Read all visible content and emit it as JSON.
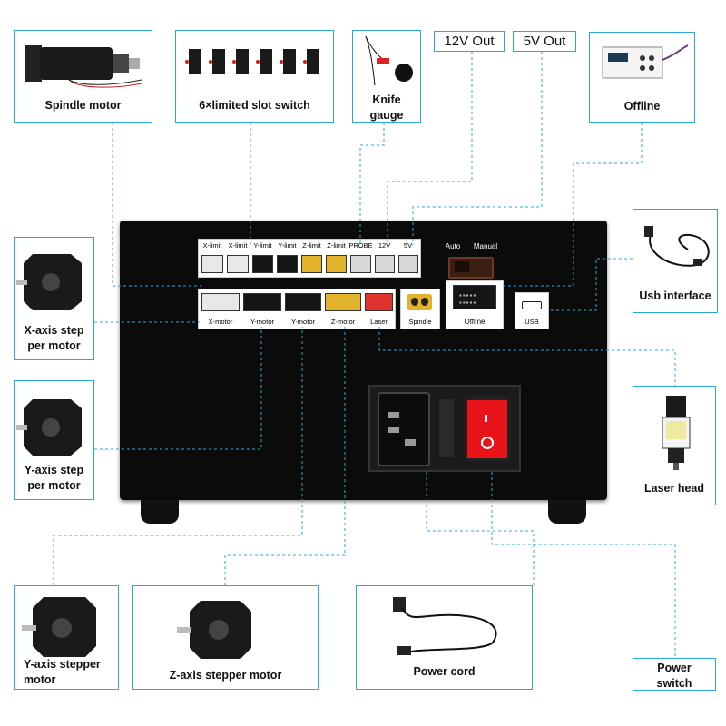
{
  "labels": {
    "spindle_motor": "Spindle motor",
    "limit_switches": "6×limited slot switch",
    "knife_gauge": "Knife gauge",
    "out_12v": "12V Out",
    "out_5v": "5V Out",
    "offline": "Offline",
    "usb_interface": "Usb interface",
    "x_step": "X-axis step per motor",
    "y_step": "Y-axis step per motor",
    "laser_head": "Laser head",
    "y_stepper": "Y-axis stepper motor",
    "z_stepper": "Z-axis stepper motor",
    "power_cord": "Power cord",
    "power_switch": "Power switch"
  },
  "panel_top": [
    "X-limit",
    "X-limit",
    "Y-limit",
    "Y-limit",
    "Z-limit",
    "Z-limit",
    "PROBE",
    "12V",
    "5V"
  ],
  "panel_bottom": [
    "X-motor",
    "Y-motor",
    "Y-motor",
    "Z-motor",
    "Laser",
    "Spindle",
    "Offline",
    "USB"
  ],
  "switch_labels": {
    "auto": "Auto",
    "manual": "Manual"
  },
  "colors": {
    "accent": "#2aa8d8",
    "controller": "#0b0b0b",
    "connector_white": "#e8e8e8",
    "connector_black": "#151515",
    "connector_yellow": "#e2b22a",
    "connector_red": "#e0342c",
    "switch_red": "#e8141a"
  }
}
